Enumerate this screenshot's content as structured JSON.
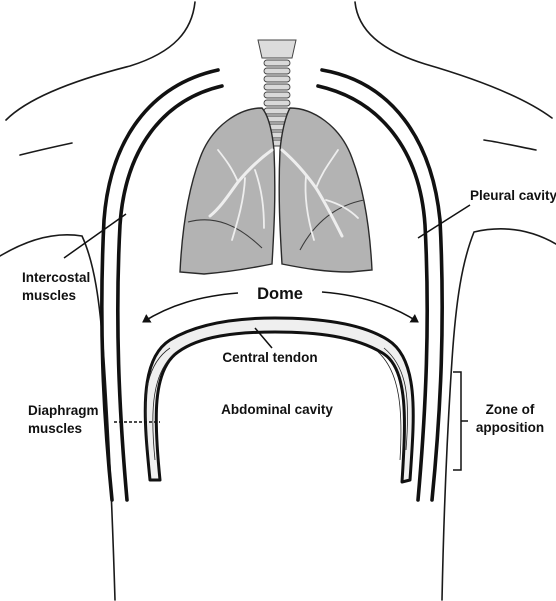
{
  "labels": {
    "pleural_cavity": "Pleural cavity",
    "intercostal_line1": "Intercostal",
    "intercostal_line2": "muscles",
    "dome": "Dome",
    "central_tendon": "Central tendon",
    "diaphragm_line1": "Diaphragm",
    "diaphragm_line2": "muscles",
    "abdominal_cavity": "Abdominal cavity",
    "zone_line1": "Zone of",
    "zone_line2": "apposition"
  }
}
